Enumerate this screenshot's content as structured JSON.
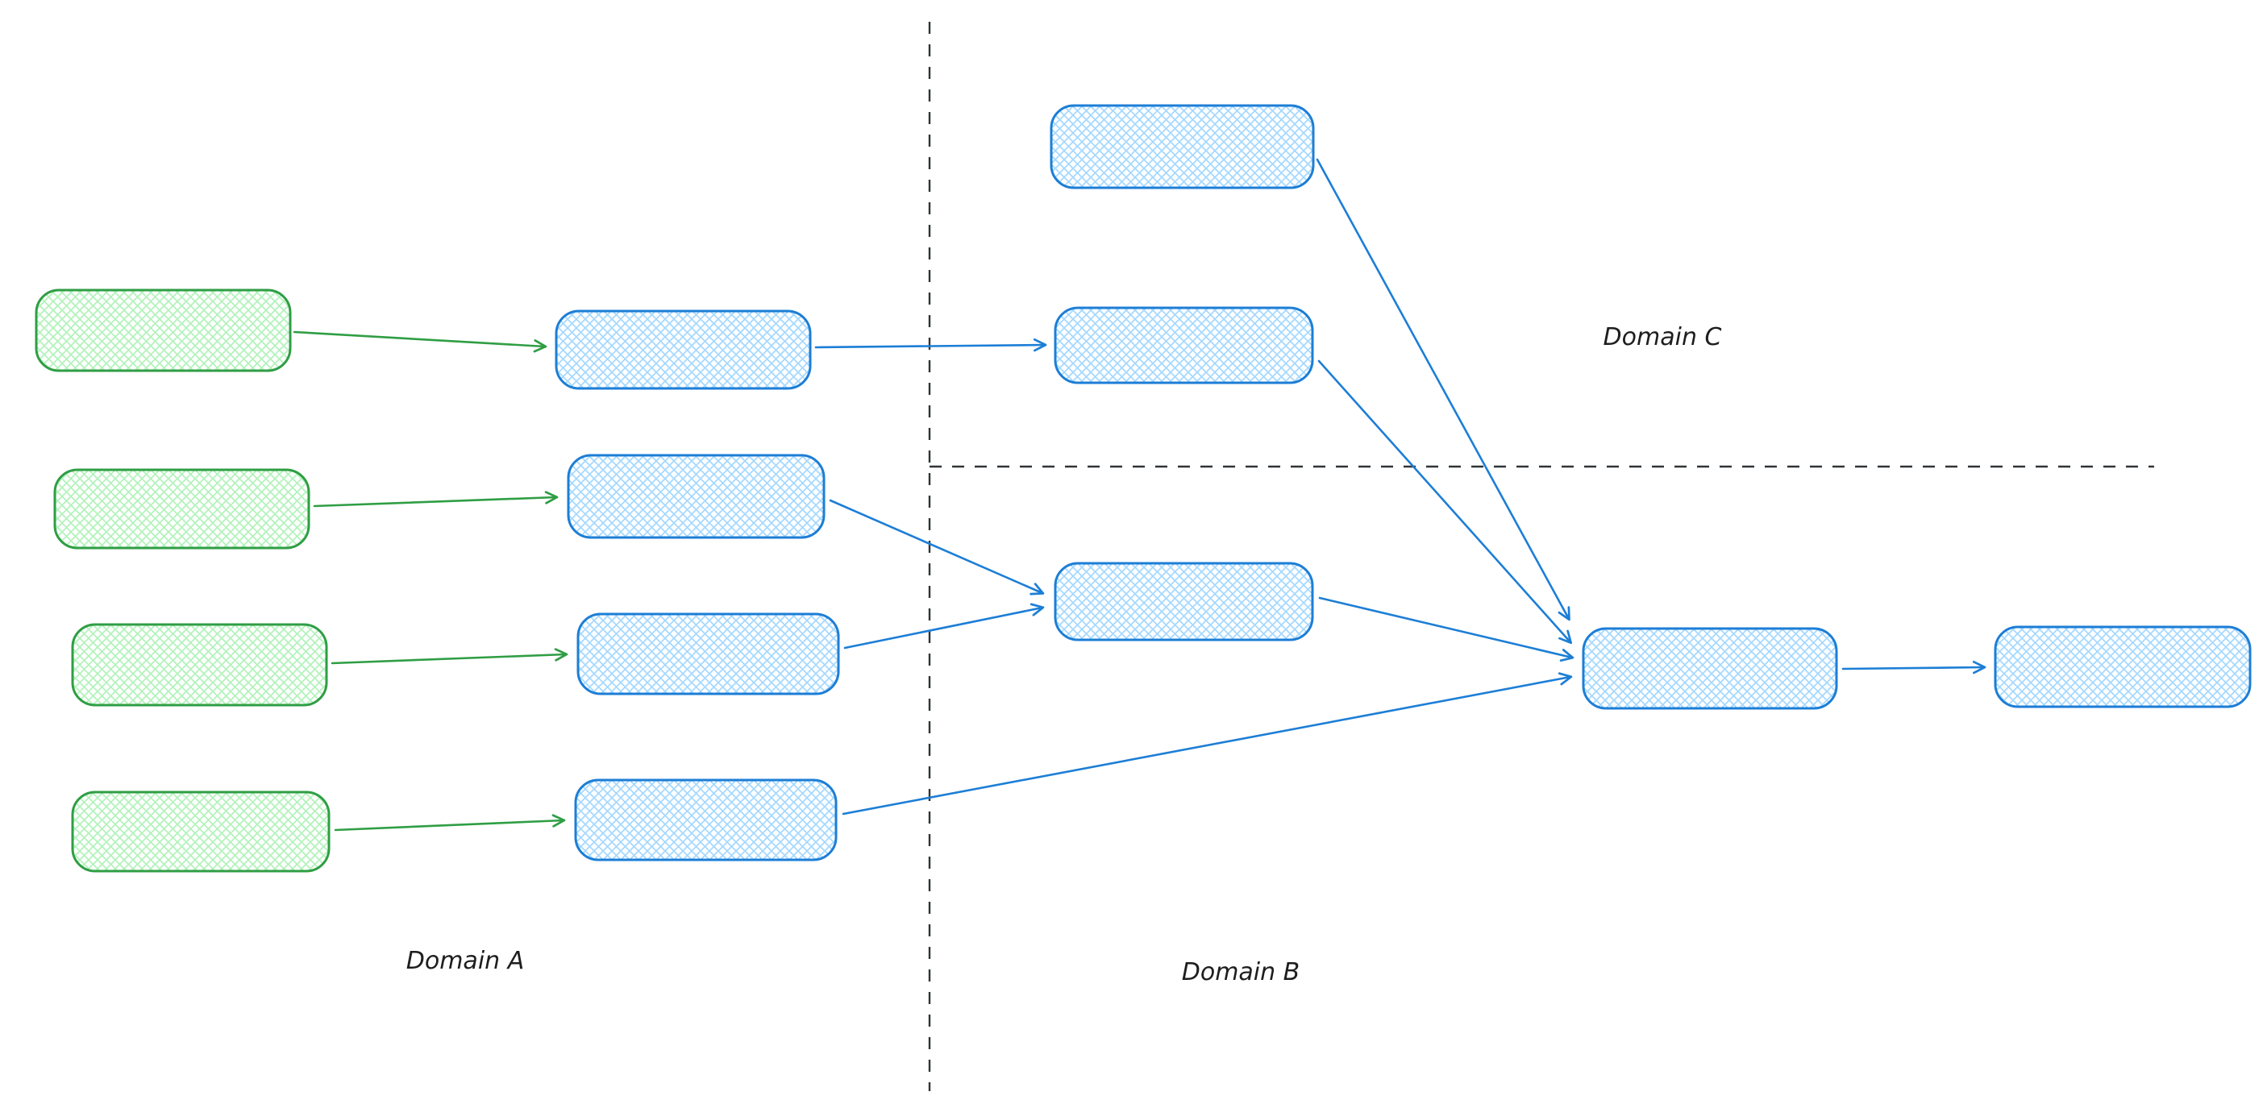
{
  "canvas": {
    "background": "#ffffff"
  },
  "labels": {
    "domain_a": "Domain A",
    "domain_b": "Domain B",
    "domain_c": "Domain C"
  },
  "colors": {
    "green_stroke": "#2f9e44",
    "green_fill": "#b2f2bb",
    "blue_stroke": "#1c7ed6",
    "blue_fill": "#a5d8ff",
    "divider": "#2f3437",
    "label_text": "#1e1e1e",
    "canvas_bg": "#ffffff"
  },
  "diagram": {
    "type": "flowchart",
    "style": "hand-drawn, cross-hatch filled rounded rectangles, no node text",
    "regions": [
      {
        "id": "domain-a",
        "label": "Domain A",
        "position": "left of vertical dashed divider"
      },
      {
        "id": "domain-c",
        "label": "Domain C",
        "position": "right of vertical divider, above horizontal dashed divider"
      },
      {
        "id": "domain-b",
        "label": "Domain B",
        "position": "right of vertical divider, below horizontal dashed divider"
      }
    ],
    "nodes": [
      {
        "id": "a-source-1",
        "color": "green",
        "domain": "A",
        "label": ""
      },
      {
        "id": "a-source-2",
        "color": "green",
        "domain": "A",
        "label": ""
      },
      {
        "id": "a-source-3",
        "color": "green",
        "domain": "A",
        "label": ""
      },
      {
        "id": "a-source-4",
        "color": "green",
        "domain": "A",
        "label": ""
      },
      {
        "id": "a-stage-1",
        "color": "blue",
        "domain": "A",
        "label": ""
      },
      {
        "id": "a-stage-2",
        "color": "blue",
        "domain": "A",
        "label": ""
      },
      {
        "id": "a-stage-3",
        "color": "blue",
        "domain": "A",
        "label": ""
      },
      {
        "id": "a-stage-4",
        "color": "blue",
        "domain": "A",
        "label": ""
      },
      {
        "id": "c-node-1",
        "color": "blue",
        "domain": "C",
        "label": ""
      },
      {
        "id": "c-node-2",
        "color": "blue",
        "domain": "C",
        "label": ""
      },
      {
        "id": "b-node-1",
        "color": "blue",
        "domain": "B",
        "label": ""
      },
      {
        "id": "b-node-2",
        "color": "blue",
        "domain": "B",
        "label": ""
      },
      {
        "id": "b-node-3",
        "color": "blue",
        "domain": "B",
        "label": ""
      }
    ],
    "edges": [
      {
        "from": "a-source-1",
        "to": "a-stage-1",
        "color": "green"
      },
      {
        "from": "a-source-2",
        "to": "a-stage-2",
        "color": "green"
      },
      {
        "from": "a-source-3",
        "to": "a-stage-3",
        "color": "green"
      },
      {
        "from": "a-source-4",
        "to": "a-stage-4",
        "color": "green"
      },
      {
        "from": "a-stage-1",
        "to": "c-node-2",
        "color": "blue"
      },
      {
        "from": "a-stage-2",
        "to": "b-node-1",
        "color": "blue"
      },
      {
        "from": "a-stage-3",
        "to": "b-node-1",
        "color": "blue"
      },
      {
        "from": "a-stage-4",
        "to": "b-node-2",
        "color": "blue"
      },
      {
        "from": "c-node-1",
        "to": "b-node-2",
        "color": "blue"
      },
      {
        "from": "c-node-2",
        "to": "b-node-2",
        "color": "blue"
      },
      {
        "from": "b-node-1",
        "to": "b-node-2",
        "color": "blue"
      },
      {
        "from": "b-node-2",
        "to": "b-node-3",
        "color": "blue"
      }
    ]
  }
}
